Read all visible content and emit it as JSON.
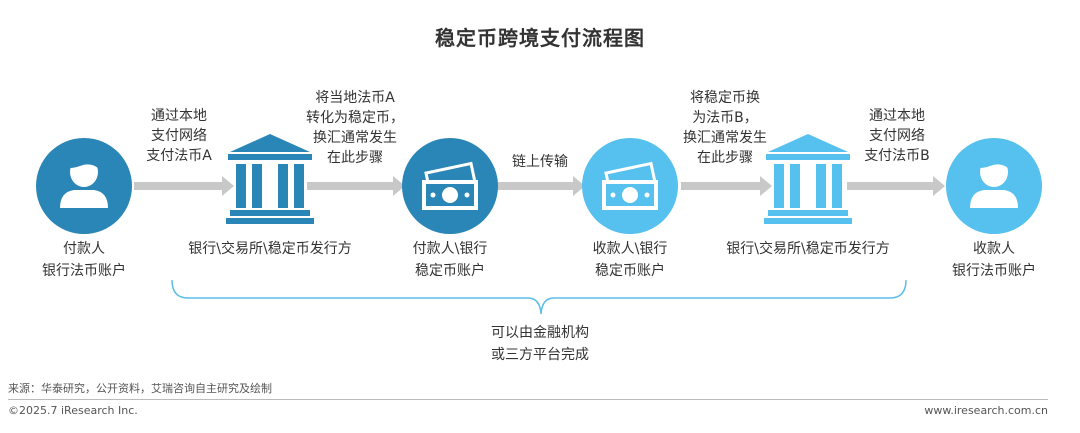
{
  "title": "稳定币跨境支付流程图",
  "colors": {
    "dark_blue": "#2a86b6",
    "mid_blue": "#3ba2d3",
    "light_blue": "#56c0ee",
    "arrow_gray": "#c8c8c8",
    "brace_blue": "#5bbde8"
  },
  "nodes": [
    {
      "icon": "person-icon",
      "line1": "付款人",
      "line2": "银行法币账户"
    },
    {
      "icon": "bank-icon",
      "line1": "银行\\交易所\\稳定币发行方",
      "line2": ""
    },
    {
      "icon": "cash-icon",
      "line1": "付款人\\银行",
      "line2": "稳定币账户"
    },
    {
      "icon": "cash-icon",
      "line1": "收款人\\银行",
      "line2": "稳定币账户"
    },
    {
      "icon": "bank-icon",
      "line1": "银行\\交易所\\稳定币发行方",
      "line2": ""
    },
    {
      "icon": "person-icon",
      "line1": "收款人",
      "line2": "银行法币账户"
    }
  ],
  "steps": [
    {
      "lines": [
        "通过本地",
        "支付网络",
        "支付法币A"
      ]
    },
    {
      "lines": [
        "将当地法币A",
        "转化为稳定币，",
        "换汇通常发生",
        "在此步骤"
      ]
    },
    {
      "lines": [
        "链上传输"
      ]
    },
    {
      "lines": [
        "将稳定币换",
        "为法币B，",
        "换汇通常发生",
        "在此步骤"
      ]
    },
    {
      "lines": [
        "通过本地",
        "支付网络",
        "支付法币B"
      ]
    }
  ],
  "bracket_note": [
    "可以由金融机构",
    "或三方平台完成"
  ],
  "footer": {
    "source": "来源：华泰研究，公开资料，艾瑞咨询自主研究及绘制",
    "copyright": "©2025.7 iResearch Inc.",
    "website": "www.iresearch.com.cn"
  }
}
